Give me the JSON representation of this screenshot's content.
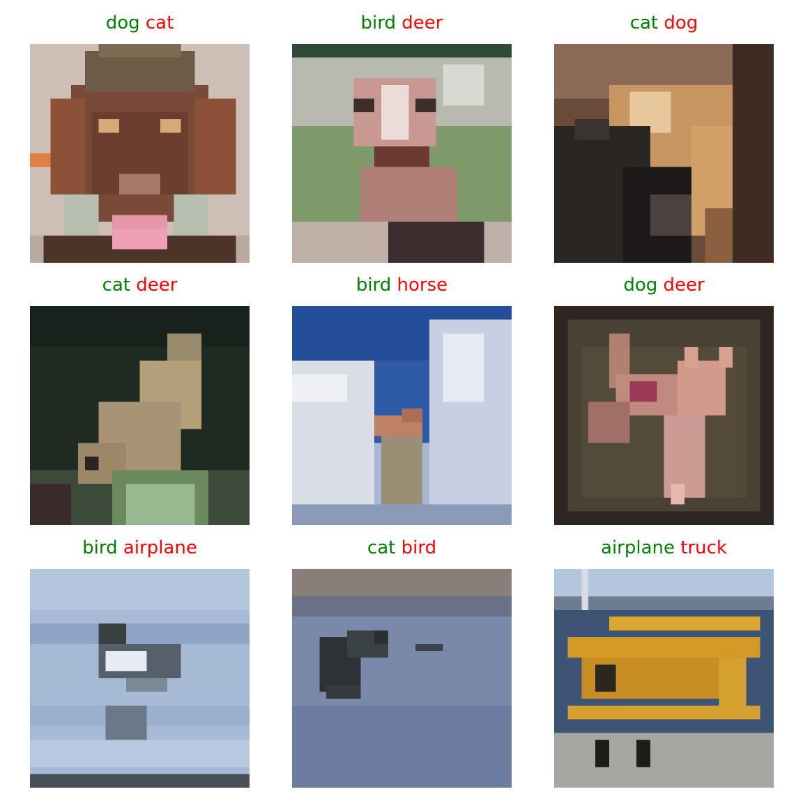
{
  "colors": {
    "true_label": "#008000",
    "pred_label": "#ff0000"
  },
  "panels": [
    {
      "true": "dog",
      "pred": "cat",
      "image": "brown-puppy-wearing-hat-with-tongue-out"
    },
    {
      "true": "bird",
      "pred": "deer",
      "image": "pink-ostrich-head-facing-camera"
    },
    {
      "true": "cat",
      "pred": "dog",
      "image": "tan-and-black-cats-close-up"
    },
    {
      "true": "cat",
      "pred": "deer",
      "image": "tan-wallaby-in-dark-foliage"
    },
    {
      "true": "bird",
      "pred": "horse",
      "image": "ostrich-head-against-blue-sky-and-clouds"
    },
    {
      "true": "dog",
      "pred": "deer",
      "image": "small-tan-dog-in-red-harness-leaping"
    },
    {
      "true": "bird",
      "pred": "airplane",
      "image": "duck-on-icy-water"
    },
    {
      "true": "cat",
      "pred": "bird",
      "image": "dark-bird-on-gray-road"
    },
    {
      "true": "airplane",
      "pred": "truck",
      "image": "yellow-biplane-on-tarmac"
    }
  ]
}
